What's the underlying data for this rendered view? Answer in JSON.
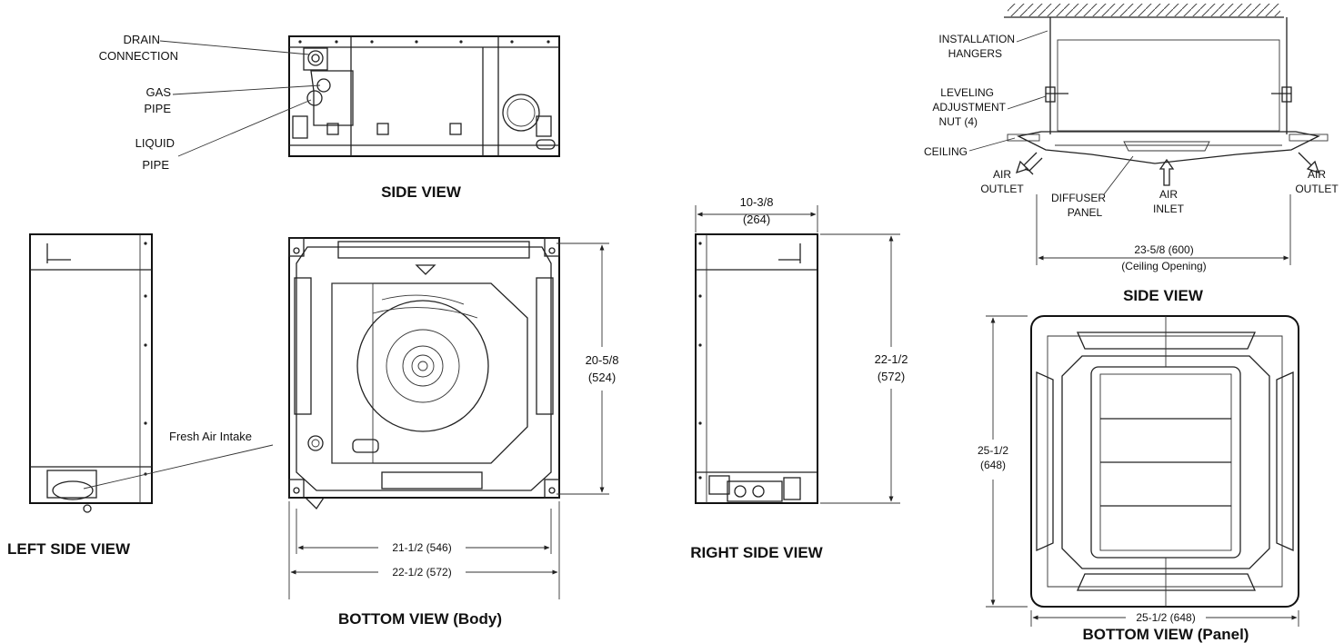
{
  "side_view_top": {
    "title": "SIDE VIEW",
    "drain_label": [
      "DRAIN",
      "CONNECTION"
    ],
    "gas_label": [
      "GAS",
      "PIPE"
    ],
    "liquid_label": [
      "LIQUID",
      "PIPE"
    ]
  },
  "left_side_view": {
    "title": "LEFT SIDE VIEW",
    "fresh_air_label": "Fresh Air Intake"
  },
  "bottom_view_body": {
    "title": "BOTTOM VIEW (Body)",
    "dim_inner": "21-1/2 (546)",
    "dim_outer": "22-1/2 (572)",
    "dim_height": [
      "20-5/8",
      "(524)"
    ]
  },
  "right_side_view": {
    "title": "RIGHT SIDE VIEW",
    "dim_depth": [
      "10-3/8",
      "(264)"
    ],
    "dim_height": [
      "22-1/2",
      "(572)"
    ]
  },
  "installation_side_view": {
    "title": "SIDE VIEW",
    "hangers_label": [
      "INSTALLATION",
      "HANGERS"
    ],
    "nut_label": [
      "LEVELING",
      "ADJUSTMENT",
      "NUT (4)"
    ],
    "ceiling_label": "CEILING",
    "outlet_left": [
      "AIR",
      "OUTLET"
    ],
    "outlet_right": [
      "AIR",
      "OUTLET"
    ],
    "diffuser_label": [
      "DIFFUSER",
      "PANEL"
    ],
    "inlet_label": [
      "AIR",
      "INLET"
    ],
    "opening_dim": [
      "23-5/8 (600)",
      "(Ceiling Opening)"
    ]
  },
  "bottom_view_panel": {
    "title": "BOTTOM VIEW (Panel)",
    "dim_height": [
      "25-1/2",
      "(648)"
    ],
    "dim_width": "25-1/2 (648)"
  }
}
